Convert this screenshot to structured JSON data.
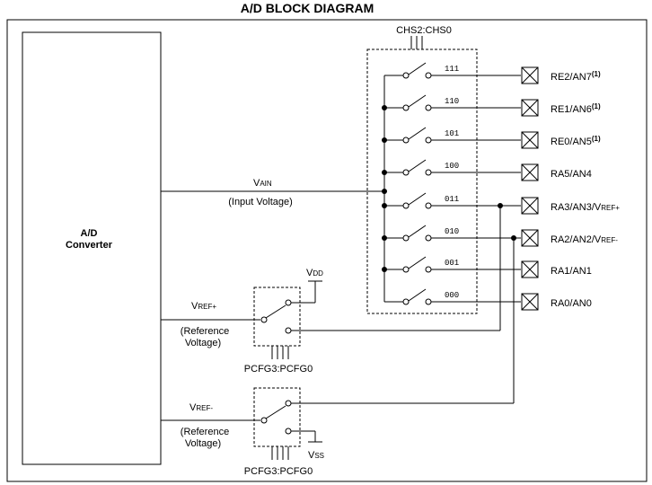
{
  "title": "A/D BLOCK DIAGRAM",
  "converter": {
    "line1": "A/D",
    "line2": "Converter"
  },
  "vain": {
    "label_main": "V",
    "label_sub": "AIN",
    "note": "(Input Voltage)"
  },
  "channel_select": "CHS2:CHS0",
  "channels": [
    {
      "code": "111",
      "pin": "RE2/AN7",
      "note": "(1)"
    },
    {
      "code": "110",
      "pin": "RE1/AN6",
      "note": "(1)"
    },
    {
      "code": "101",
      "pin": "RE0/AN5",
      "note": "(1)"
    },
    {
      "code": "100",
      "pin": "RA5/AN4",
      "note": ""
    },
    {
      "code": "011",
      "pin": "RA3/AN3/V",
      "pin_sub": "REF+",
      "note": ""
    },
    {
      "code": "010",
      "pin": "RA2/AN2/V",
      "pin_sub": "REF-",
      "note": ""
    },
    {
      "code": "001",
      "pin": "RA1/AN1",
      "note": ""
    },
    {
      "code": "000",
      "pin": "RA0/AN0",
      "note": ""
    }
  ],
  "vref_plus": {
    "label_main": "V",
    "label_sub": "REF+",
    "note1": "(Reference",
    "note2": "Voltage)",
    "supply_main": "V",
    "supply_sub": "DD",
    "config": "PCFG3:PCFG0"
  },
  "vref_minus": {
    "label_main": "V",
    "label_sub": "REF-",
    "note1": "(Reference",
    "note2": "Voltage)",
    "supply_main": "V",
    "supply_sub": "SS",
    "config": "PCFG3:PCFG0"
  }
}
